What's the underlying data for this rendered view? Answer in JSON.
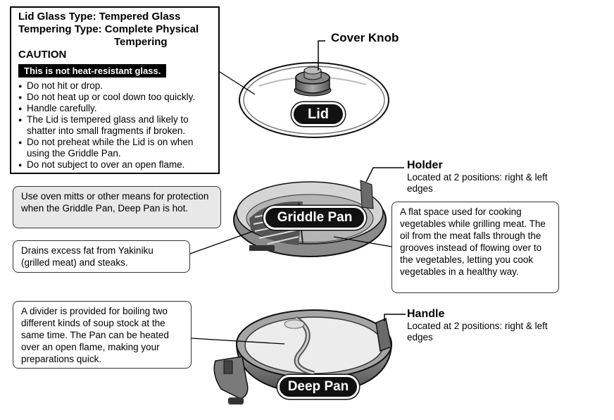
{
  "caution_box": {
    "lid_glass_type": "Lid Glass Type: Tempered Glass",
    "tempering_type_line1": "Tempering Type: Complete Physical",
    "tempering_type_line2": "Tempering",
    "caution_heading": "CAUTION",
    "warning_bar": "This is not heat-resistant glass.",
    "items": [
      "Do not hit or drop.",
      "Do not heat up or cool down too quickly.",
      "Handle carefully.",
      "The Lid is tempered glass and likely to shatter into small fragments if broken.",
      "Do not preheat while the Lid is on when using the Griddle Pan.",
      "Do not subject to over an open flame."
    ]
  },
  "labels": {
    "cover_knob": "Cover Knob",
    "lid": "Lid",
    "griddle_pan": "Griddle Pan",
    "deep_pan": "Deep Pan",
    "holder_title": "Holder",
    "holder_desc": "Located at 2 positions: right & left edges",
    "handle_title": "Handle",
    "handle_desc": "Located at 2 positions: right & left edges"
  },
  "callouts": {
    "oven_mitts": "Use oven mitts or other means for protection when the Griddle Pan, Deep Pan is hot.",
    "drains_fat": "Drains excess fat from Yakiniku (grilled meat) and steaks.",
    "flat_space": "A flat space used for cooking vegetables while grilling meat. The oil from the meat falls through the grooves instead of flowing over to the vegetables, letting you cook vegetables in a healthy way.",
    "divider": "A divider is provided for boiling two different kinds of soup stock at the same time. The Pan can be heated over an open flame, making your preparations quick."
  }
}
